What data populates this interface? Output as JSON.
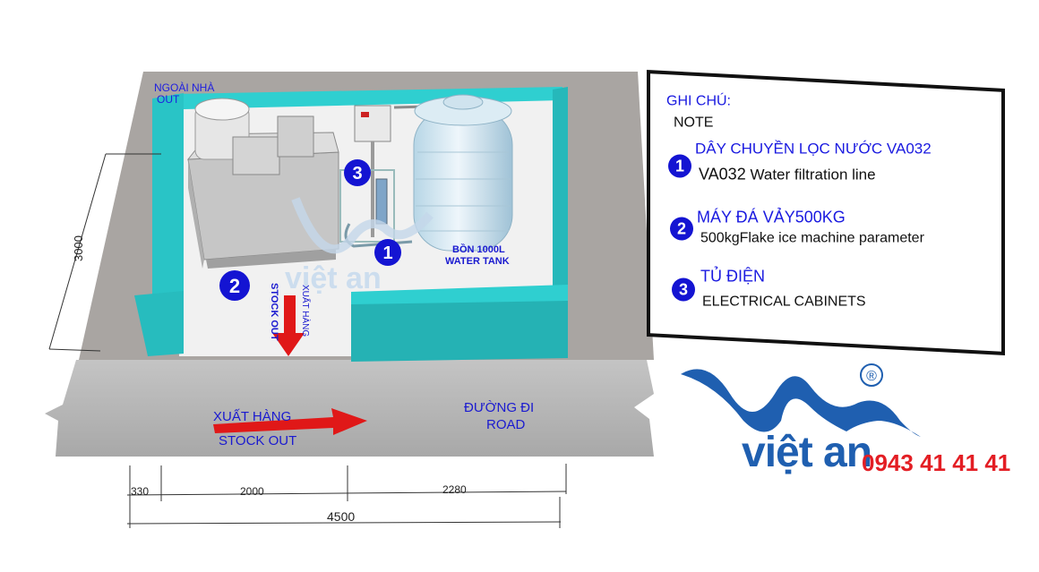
{
  "labels": {
    "outside": "NGOÀI NHÀ",
    "outside_en": "OUT",
    "tank_vi": "BỒN 1000L",
    "tank_en": "WATER TANK",
    "stock_out_vert_en": "STOCK OUT",
    "stock_out_vert_vi": "XUẤT HÀNG",
    "stock_out_vi": "XUẤT HÀNG",
    "stock_out_en": "STOCK OUT",
    "road_vi": "ĐƯỜNG ĐI",
    "road_en": "ROAD",
    "watermark": "việt an"
  },
  "markers": [
    "1",
    "2",
    "3"
  ],
  "dimensions": {
    "depth": "3000",
    "seg1": "330",
    "seg2": "2000",
    "seg3": "2280",
    "total": "4500"
  },
  "legend": {
    "title_vi": "GHI CHÚ:",
    "title_en": "NOTE",
    "items": [
      {
        "num": "1",
        "vi": "DÂY CHUYỀN LỌC NƯỚC VA032",
        "en_bold": "VA032",
        "en": "Water filtration line"
      },
      {
        "num": "2",
        "vi": "MÁY ĐÁ VẢY500KG",
        "en_bold": "500kg",
        "en": "Flake ice machine parameter"
      },
      {
        "num": "3",
        "vi": "TỦ ĐIỆN",
        "en_bold": "",
        "en": "ELECTRICAL CABINETS"
      }
    ]
  },
  "brand": {
    "name": "việt an",
    "phone": "0943 41 41 41",
    "registered": "®"
  },
  "colors": {
    "wall": "#2ecfcf",
    "floor": "#f2f2f2",
    "ground": "#a9a5a2",
    "road": "#b7b7b7",
    "marker": "#1414d2",
    "arrow": "#e01818",
    "brand_blue": "#1f5fb0",
    "brand_red": "#e31e24"
  }
}
